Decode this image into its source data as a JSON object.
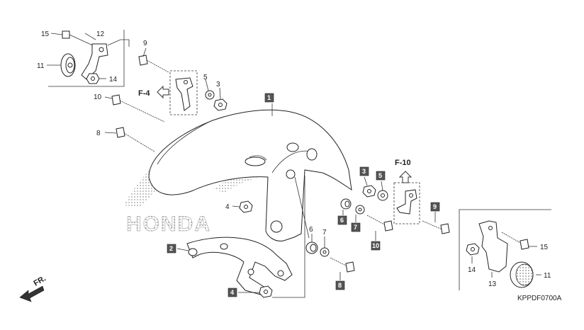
{
  "diagram": {
    "code": "KPPDF0700A",
    "brand_watermark": "HONDA",
    "refs": [
      {
        "id": "f4",
        "text": "F-4"
      },
      {
        "id": "f10",
        "text": "F-10"
      },
      {
        "id": "fr",
        "text": "FR."
      }
    ],
    "labels": {
      "l15a": "15",
      "l12": "12",
      "l11a": "11",
      "l14a": "14",
      "l9": "9",
      "l5a": "5",
      "l3a": "3",
      "l10a": "10",
      "l8": "8",
      "l1": "1",
      "l4a": "4",
      "l2": "2",
      "l6": "6",
      "l7": "7",
      "l4b": "4",
      "l3b": "3",
      "l5b": "5",
      "l6b": "6",
      "l7b": "7",
      "l10b": "10",
      "l8b": "8",
      "l9b": "9",
      "l15b": "15",
      "l14b": "14",
      "l13": "13",
      "l11b": "11"
    },
    "colors": {
      "line": "#222222",
      "box_fill": "#555555",
      "watermark": "#9a9a9a"
    }
  }
}
